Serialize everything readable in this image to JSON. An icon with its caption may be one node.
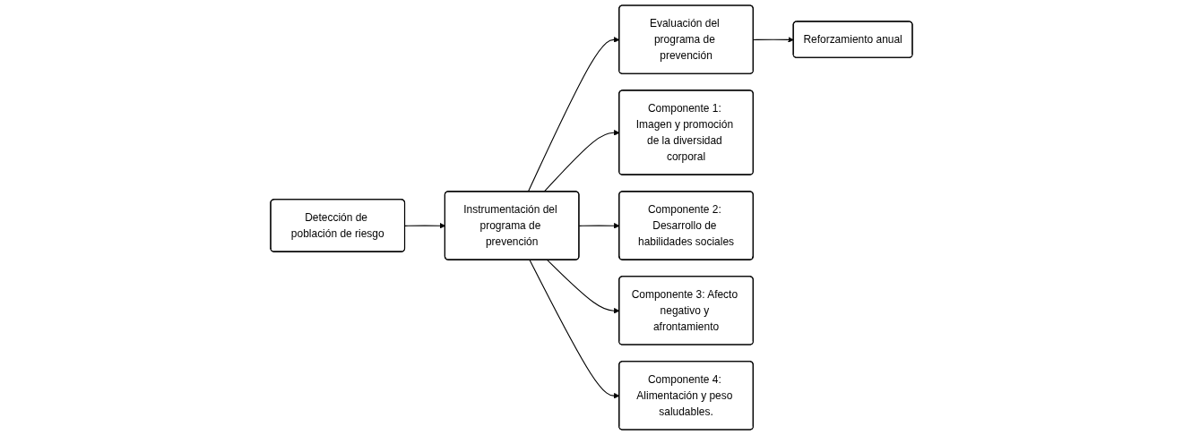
{
  "diagram": {
    "nodes": [
      {
        "text": [
          "Detección de población de riesgo"
        ]
      },
      {
        "text": [
          "Instrumentación del programa de prevención"
        ]
      },
      {
        "text": [
          "Evaluación del programa de prevención"
        ]
      },
      {
        "text": [
          "Reforzamiento anual"
        ]
      },
      {
        "text": [
          "Componente 1: Imagen y promoción de la diversidad corporal"
        ]
      },
      {
        "text": [
          "Componente 2: Desarrollo de habilidades sociales"
        ]
      },
      {
        "text": [
          "Componente 3: Afecto negativo y afrontamiento"
        ]
      },
      {
        "text": [
          "Componente 4: Alimentación y peso saludables."
        ]
      }
    ],
    "edges": [
      {
        "from": 0,
        "to": 1,
        "arrow": "to"
      },
      {
        "from": 1,
        "to": 2,
        "arrow": "to"
      },
      {
        "from": 2,
        "to": 3,
        "arrow": "to"
      },
      {
        "from": 1,
        "to": 4,
        "arrow": "to"
      },
      {
        "from": 1,
        "to": 5,
        "arrow": "to"
      },
      {
        "from": 1,
        "to": 6,
        "arrow": "to"
      },
      {
        "from": 1,
        "to": 7,
        "arrow": "to"
      }
    ]
  }
}
